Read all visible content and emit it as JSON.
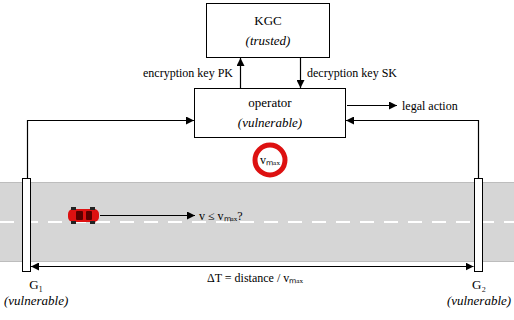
{
  "diagram": {
    "nodes": [
      {
        "text": [
          "KGC",
          "(trusted)"
        ]
      },
      {
        "text": [
          "operator",
          "(vulnerable)"
        ]
      },
      {
        "text": [
          "vₘₐₓ"
        ]
      },
      {
        "text": [
          "G₁",
          "(vulnerable)"
        ]
      },
      {
        "text": [
          "G₂",
          "(vulnerable)"
        ]
      }
    ],
    "edges": [
      {
        "from": 1,
        "to": 0,
        "arrow": "to",
        "label": "encryption key PK"
      },
      {
        "from": 0,
        "to": 1,
        "arrow": "to",
        "label": "decryption key SK"
      },
      {
        "from": 3,
        "to": 1,
        "arrow": "to"
      },
      {
        "from": 4,
        "to": 1,
        "arrow": "to"
      },
      {
        "from": 3,
        "to": 4,
        "arrow": "both",
        "label": "ΔT = distance / vₘₐₓ"
      }
    ],
    "labels": [
      "legal action",
      "v ≤ vₘₐₓ?"
    ]
  }
}
